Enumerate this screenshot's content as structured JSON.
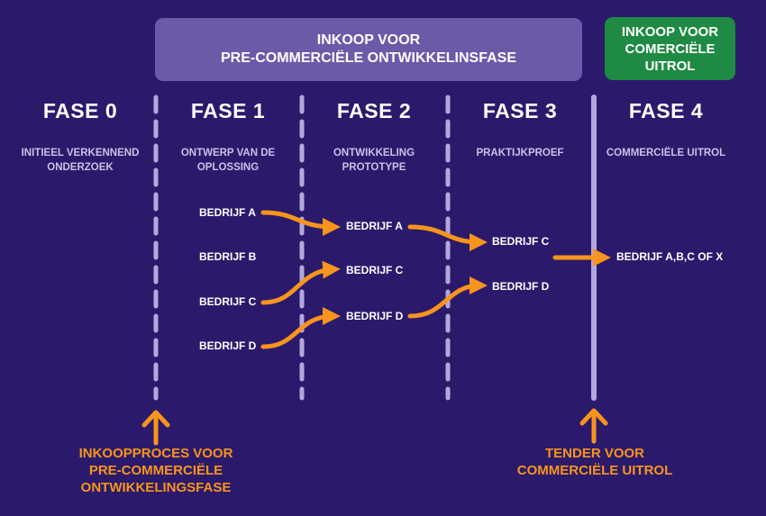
{
  "colors": {
    "background": "#2b1a6b",
    "banner_purple": "#6b5aa8",
    "banner_green": "#1f8a43",
    "arrow": "#f7941d",
    "divider": "#b3a8dc",
    "subtitle": "#c9c0e6"
  },
  "banners": {
    "precommercial": {
      "line1": "INKOOP VOOR",
      "line2": "PRE-COMMERCIËLE ONTWIKKELINSFASE"
    },
    "commercial": {
      "line1": "INKOOP VOOR",
      "line2": "COMERCIËLE",
      "line3": "UITROL"
    }
  },
  "phases": [
    {
      "title": "FASE 0",
      "subtitle": [
        "INITIEEL VERKENNEND",
        "ONDERZOEK"
      ]
    },
    {
      "title": "FASE 1",
      "subtitle": [
        "ONTWERP VAN DE",
        "OPLOSSING"
      ]
    },
    {
      "title": "FASE 2",
      "subtitle": [
        "ONTWIKKELING",
        "PROTOTYPE"
      ]
    },
    {
      "title": "FASE 3",
      "subtitle": [
        "PRAKTIJKPROEF"
      ]
    },
    {
      "title": "FASE 4",
      "subtitle": [
        "COMMERCIËLE UITROL"
      ]
    }
  ],
  "companies": {
    "phase1": [
      "BEDRIJF A",
      "BEDRIJF B",
      "BEDRIJF C",
      "BEDRIJF D"
    ],
    "phase2": [
      "BEDRIJF A",
      "BEDRIJF C",
      "BEDRIJF D"
    ],
    "phase3": [
      "BEDRIJF C",
      "BEDRIJF D"
    ],
    "phase4": [
      "BEDRIJF A,B,C OF X"
    ]
  },
  "footer": {
    "procurement": [
      "INKOOPPROCES VOOR",
      "PRE-COMMERCIËLE",
      "ONTWIKKELINGSFASE"
    ],
    "tender": [
      "TENDER VOOR",
      "COMMERCIËLE UITROL"
    ]
  },
  "icons": {
    "arrow": "arrow-right-curved-icon",
    "up_arrow": "arrow-up-icon"
  }
}
